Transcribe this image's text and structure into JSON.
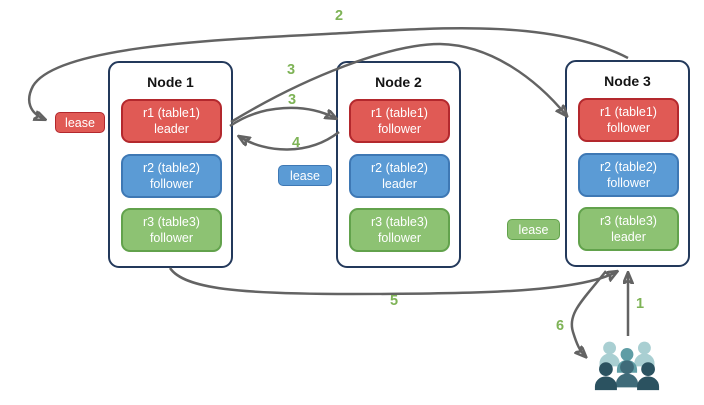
{
  "nodes": [
    {
      "title": "Node 1",
      "replicas": [
        {
          "label": "r1 (table1)",
          "role": "leader"
        },
        {
          "label": "r2 (table2)",
          "role": "follower"
        },
        {
          "label": "r3 (table3)",
          "role": "follower"
        }
      ]
    },
    {
      "title": "Node 2",
      "replicas": [
        {
          "label": "r1 (table1)",
          "role": "follower"
        },
        {
          "label": "r2 (table2)",
          "role": "leader"
        },
        {
          "label": "r3 (table3)",
          "role": "follower"
        }
      ]
    },
    {
      "title": "Node 3",
      "replicas": [
        {
          "label": "r1 (table1)",
          "role": "follower"
        },
        {
          "label": "r2 (table2)",
          "role": "follower"
        },
        {
          "label": "r3 (table3)",
          "role": "leader"
        }
      ]
    }
  ],
  "leases": [
    {
      "label": "lease",
      "color": "#e05a55"
    },
    {
      "label": "lease",
      "color": "#5b9bd5"
    },
    {
      "label": "lease",
      "color": "#8dc273"
    }
  ],
  "steps": [
    {
      "label": "1"
    },
    {
      "label": "2"
    },
    {
      "label": "3"
    },
    {
      "label": "3"
    },
    {
      "label": "4"
    },
    {
      "label": "5"
    },
    {
      "label": "6"
    }
  ],
  "icons": {
    "users": "users-group-icon"
  },
  "colors": {
    "replica_red": "#e05a55",
    "replica_red_border": "#b3282d",
    "replica_blue": "#5b9bd5",
    "replica_blue_border": "#3e78b4",
    "replica_green": "#8dc273",
    "replica_green_border": "#62a24c",
    "node_border": "#23395b",
    "arrow": "#636363",
    "step_label": "#7eb356",
    "users_light": "#a9cfd2",
    "users_mid": "#5f9da5",
    "users_front": "#3f6b79",
    "users_dark": "#2b5260"
  }
}
